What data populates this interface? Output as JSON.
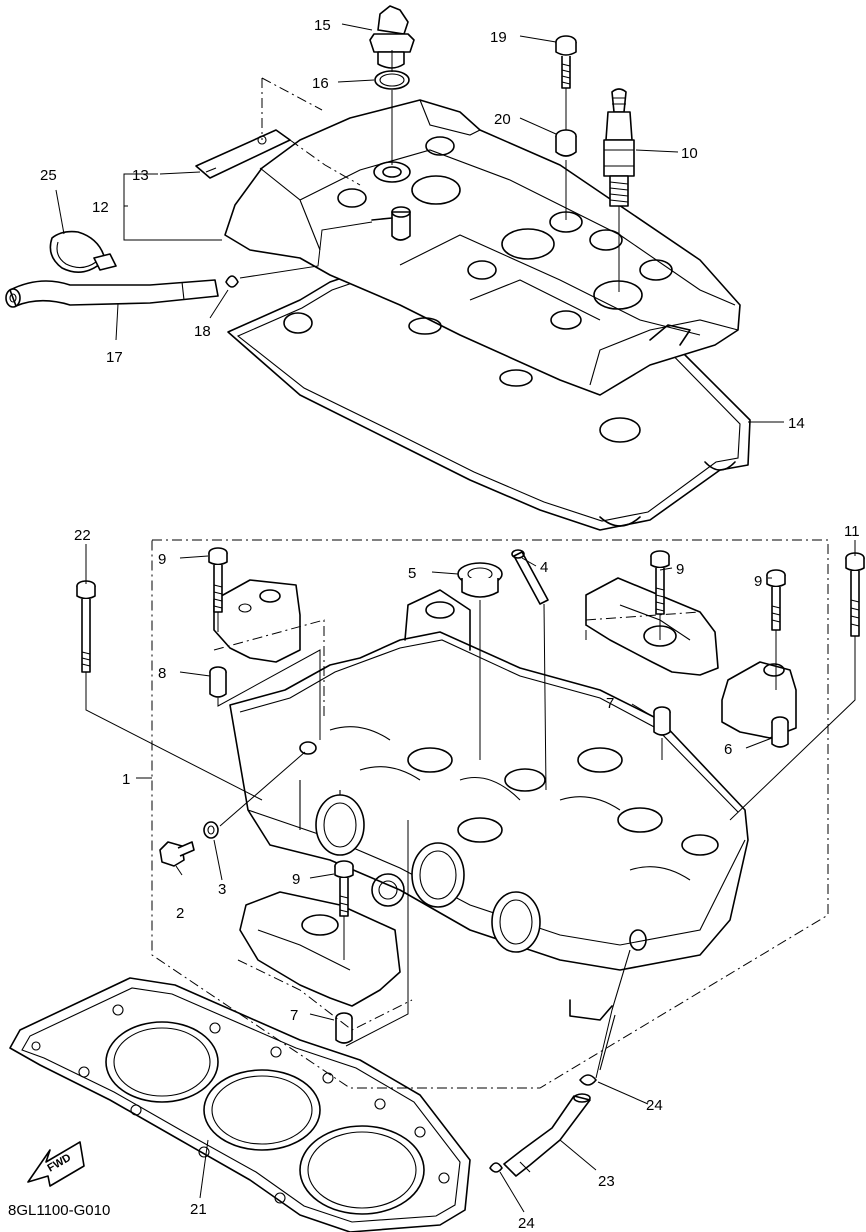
{
  "diagram_code": "8GL1100-G010",
  "fwd_label": "FWD",
  "callouts": {
    "c1": "1",
    "c2": "2",
    "c3": "3",
    "c4": "4",
    "c5": "5",
    "c6": "6",
    "c7a": "7",
    "c7b": "7",
    "c8": "8",
    "c9a": "9",
    "c9b": "9",
    "c9c": "9",
    "c9d": "9",
    "c10": "10",
    "c11": "11",
    "c12": "12",
    "c13": "13",
    "c14": "14",
    "c15": "15",
    "c16": "16",
    "c17": "17",
    "c18": "18",
    "c19": "19",
    "c20": "20",
    "c21": "21",
    "c22": "22",
    "c23": "23",
    "c24a": "24",
    "c24b": "24",
    "c25": "25"
  }
}
